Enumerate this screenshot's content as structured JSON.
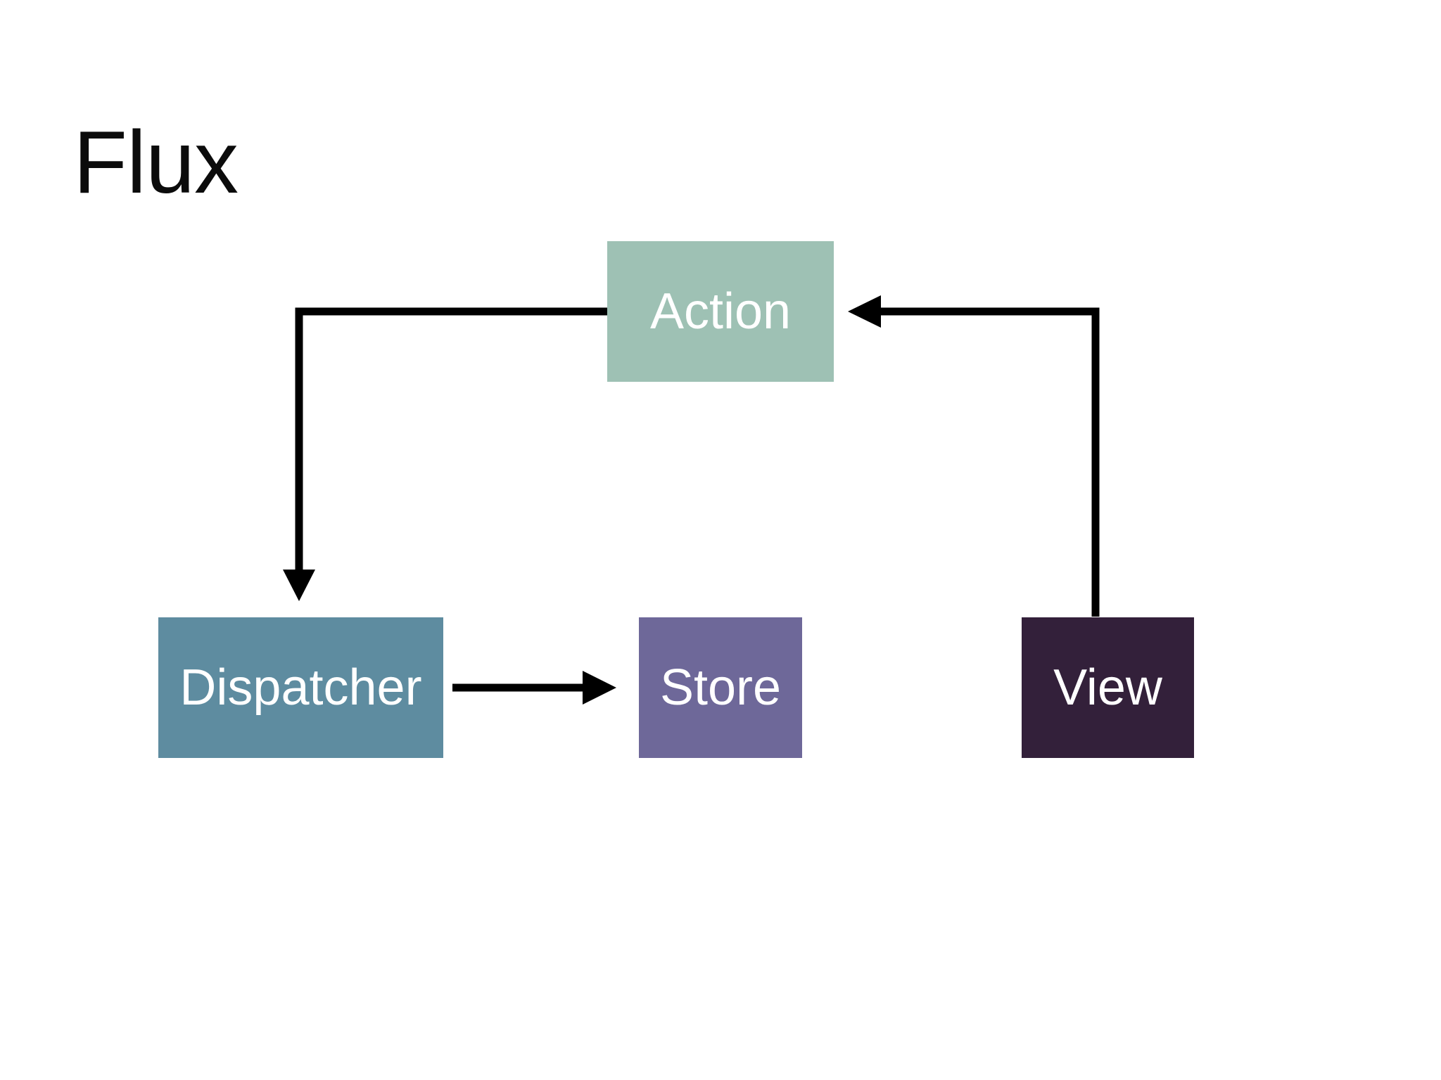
{
  "title": "Flux",
  "diagram": {
    "background": "#ffffff",
    "arrow_color": "#000000",
    "node_text_color": "#ffffff",
    "nodes": [
      {
        "id": "action",
        "label": "Action",
        "color": "#9ec1b4"
      },
      {
        "id": "dispatcher",
        "label": "Dispatcher",
        "color": "#5e8ca0"
      },
      {
        "id": "store",
        "label": "Store",
        "color": "#6e6899"
      },
      {
        "id": "view",
        "label": "View",
        "color": "#33203a"
      }
    ],
    "edges": [
      {
        "from": "action",
        "to": "dispatcher"
      },
      {
        "from": "dispatcher",
        "to": "store"
      },
      {
        "from": "view",
        "to": "action"
      }
    ]
  }
}
